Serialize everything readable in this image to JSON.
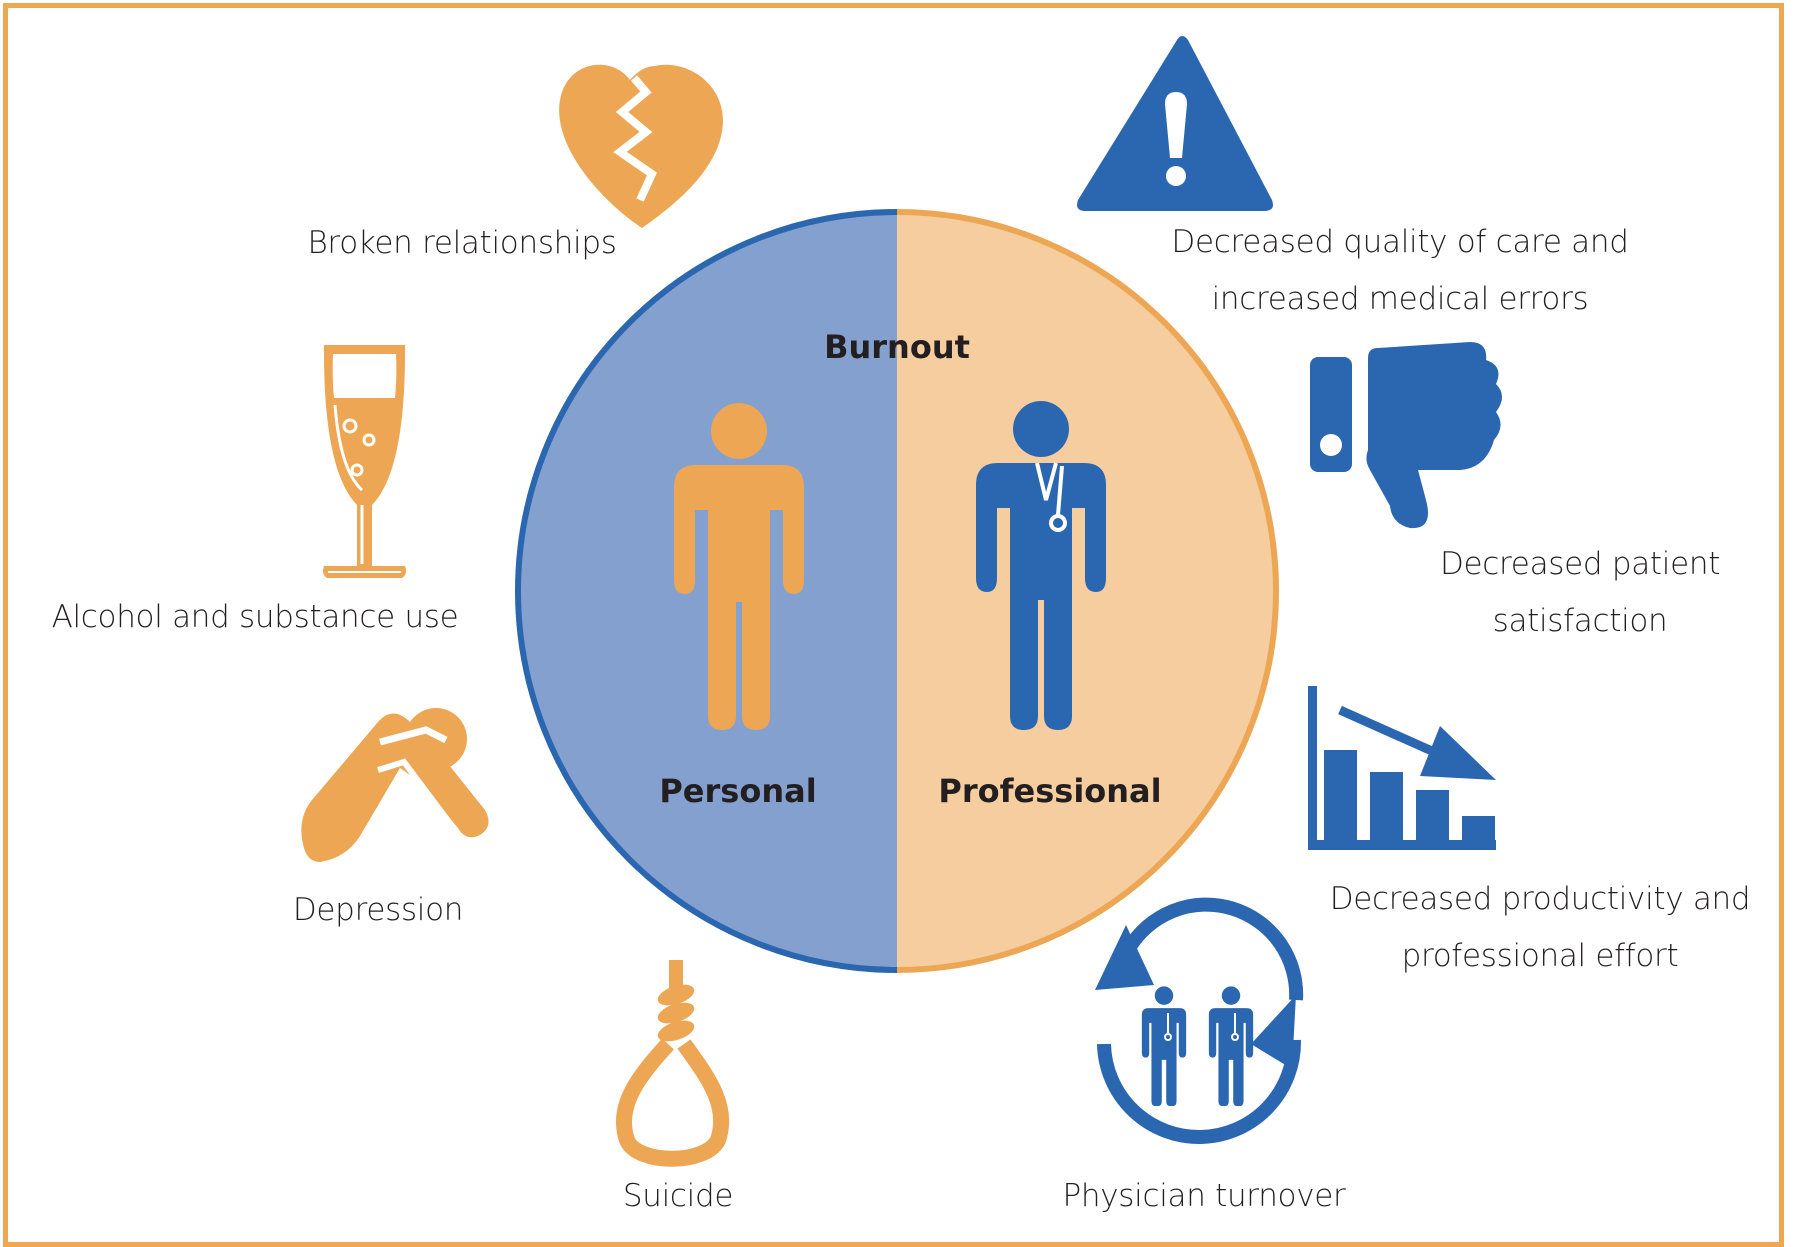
{
  "colors": {
    "personal_fill": "#84a0cf",
    "professional_fill": "#f5cd9e",
    "blue": "#2b67b0",
    "orange": "#eda653",
    "frame": "#f0a850",
    "text": "#231f20"
  },
  "center": {
    "title": "Burnout",
    "left_label": "Personal",
    "right_label": "Professional"
  },
  "personal_effects": [
    {
      "label": "Broken relationships",
      "icon": "broken-heart-icon"
    },
    {
      "label": "Alcohol and substance use",
      "icon": "champagne-glass-icon"
    },
    {
      "label": "Depression",
      "icon": "depressed-person-icon"
    },
    {
      "label": "Suicide",
      "icon": "noose-icon"
    }
  ],
  "professional_effects": [
    {
      "line1": "Decreased quality of care and",
      "line2": "increased medical errors",
      "icon": "warning-triangle-icon"
    },
    {
      "line1": "Decreased patient",
      "line2": "satisfaction",
      "icon": "thumbs-down-icon"
    },
    {
      "line1": "Decreased productivity and",
      "line2": "professional effort",
      "icon": "declining-bar-chart-icon"
    },
    {
      "label": "Physician turnover",
      "icon": "turnover-cycle-icon"
    }
  ]
}
